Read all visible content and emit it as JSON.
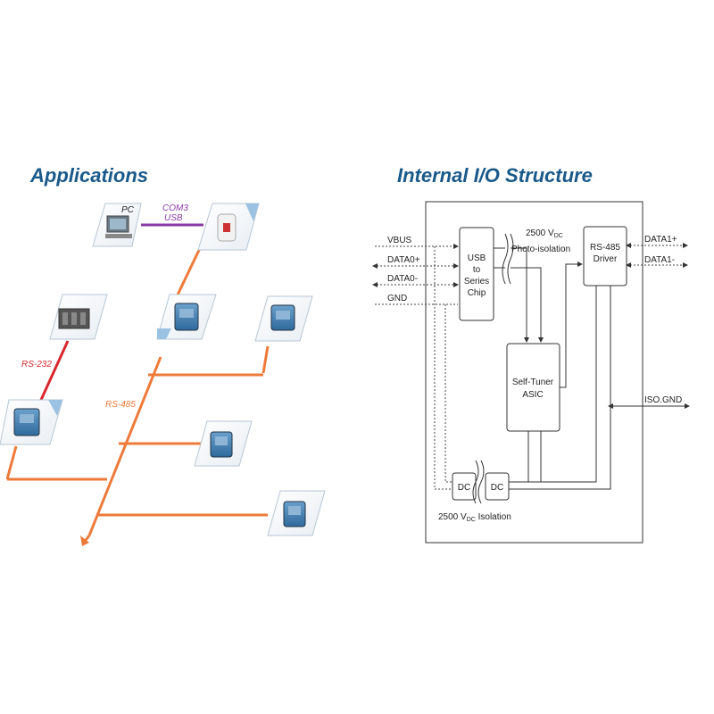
{
  "applications": {
    "title": "Applications",
    "pc_label": "PC",
    "usb_link_line1": "COM3",
    "usb_link_line2": "USB",
    "rs232_label": "RS-232",
    "rs485_label": "RS-485"
  },
  "io_structure": {
    "title": "Internal I/O Structure",
    "signals_left": [
      "VBUS",
      "DATA0+",
      "DATA0-",
      "GND"
    ],
    "usb_chip": [
      "USB",
      "to",
      "Series",
      "Chip"
    ],
    "photo_isolation": [
      "2500 V",
      "DC",
      " Photo-isolation"
    ],
    "rs485_driver": [
      "RS-485",
      "Driver"
    ],
    "signals_right": [
      "DATA1+",
      "DATA1-"
    ],
    "asic": [
      "Self-Tuner",
      "ASIC"
    ],
    "iso_gnd": "ISO.GND",
    "dc_left": "DC",
    "dc_right": "DC",
    "dc_isolation": [
      "2500 V",
      "DC",
      " Isolation"
    ]
  },
  "colors": {
    "heading": "#1a5a8a",
    "rs485_bus": "#ee7a3a",
    "usb_link": "#8a3aa8",
    "rs232_link": "#d8282e"
  }
}
